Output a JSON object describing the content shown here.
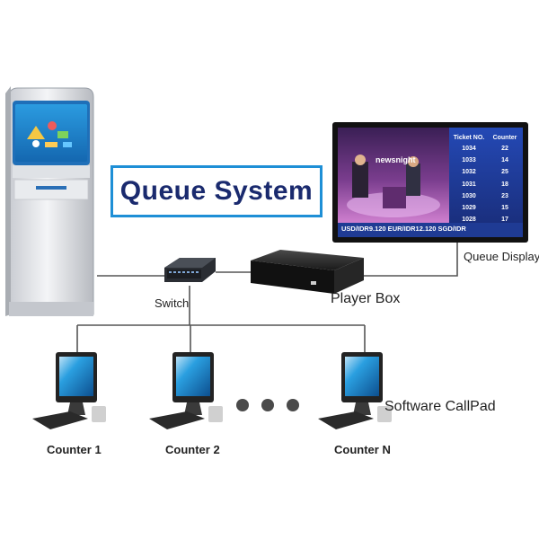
{
  "title": "Queue System",
  "labels": {
    "switch": "Switch",
    "player_box": "Player Box",
    "queue_display": "Queue Display",
    "software_callpad": "Software CallPad"
  },
  "counters": [
    "Counter 1",
    "Counter 2",
    "Counter N"
  ],
  "queue_display": {
    "logo_text": "newsnight",
    "table_headers": [
      "Ticket NO.",
      "Counter"
    ],
    "rows": [
      [
        "1034",
        "22"
      ],
      [
        "1033",
        "14"
      ],
      [
        "1032",
        "25"
      ],
      [
        "1031",
        "18"
      ],
      [
        "1030",
        "23"
      ],
      [
        "1029",
        "15"
      ],
      [
        "1028",
        "17"
      ]
    ],
    "ticker": "USD/IDR9.120 EUR/IDR12.120 SGD/IDR"
  },
  "colors": {
    "title_border": "#1e8fd6",
    "title_text": "#1a2a6e",
    "line": "#555555",
    "screen_blue": "#1a7fc4"
  }
}
